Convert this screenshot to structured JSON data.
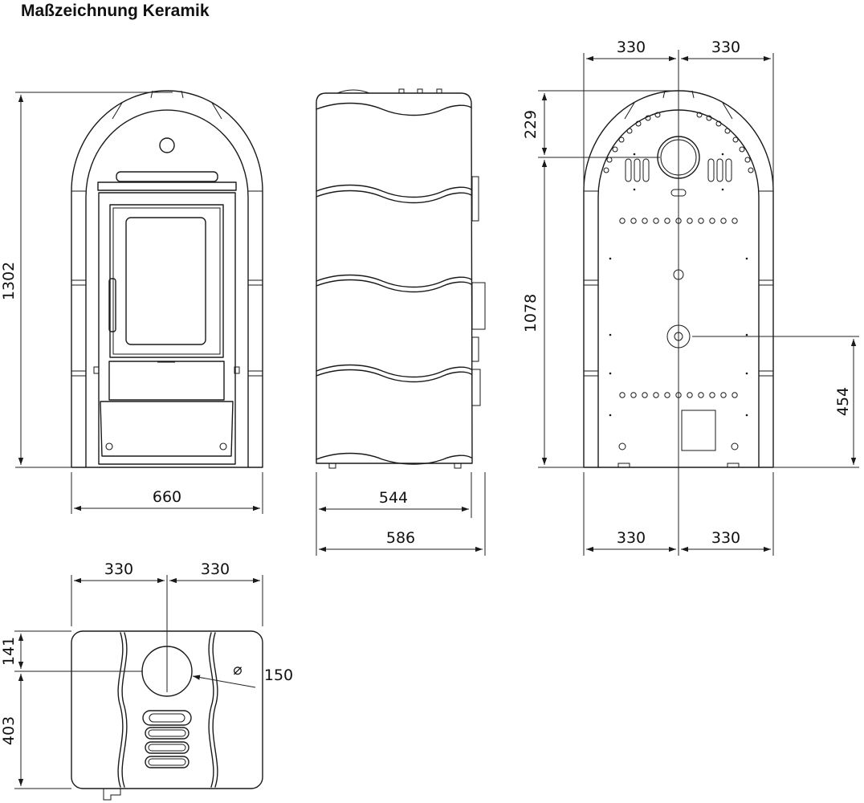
{
  "title": "Maßzeichnung Keramik",
  "dimensions": {
    "front_height": "1302",
    "front_width": "660",
    "side_depth_inner": "544",
    "side_depth_outer": "586",
    "back_top_left": "330",
    "back_top_right": "330",
    "back_bottom_left": "330",
    "back_bottom_right": "330",
    "back_pipe_top": "229",
    "back_pipe_height": "1078",
    "back_air_height": "454",
    "top_left": "330",
    "top_right": "330",
    "top_pipe_offset": "141",
    "top_rest": "403",
    "pipe_diameter": "150"
  },
  "symbols": {
    "diameter": "⌀"
  }
}
